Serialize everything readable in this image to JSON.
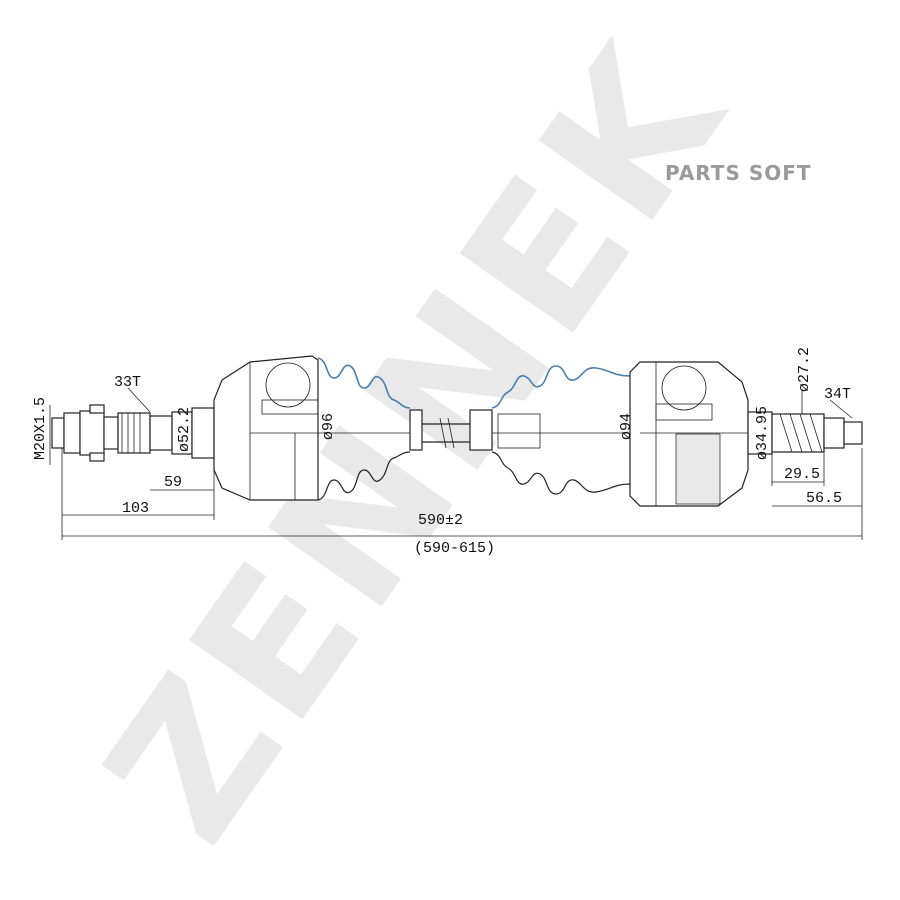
{
  "watermark": {
    "brand": "ZENNEK",
    "parts_soft": "PARTS SOFT",
    "color": "#e9e9e9"
  },
  "labels": {
    "thread": "M20X1.5",
    "teeth_left": "33T",
    "teeth_right": "34T",
    "dia_52_2": "ø52.2",
    "dia_96": "ø96",
    "dia_94": "ø94",
    "dia_34_95": "ø34.95",
    "dia_27_2": "ø27.2",
    "len_59": "59",
    "len_103": "103",
    "len_29_5": "29.5",
    "len_56_5": "56.5",
    "total_length": "590±2",
    "length_range": "(590-615)"
  },
  "colors": {
    "line": "#222222",
    "boot_highlight": "#4a7fb0",
    "background": "#ffffff"
  }
}
